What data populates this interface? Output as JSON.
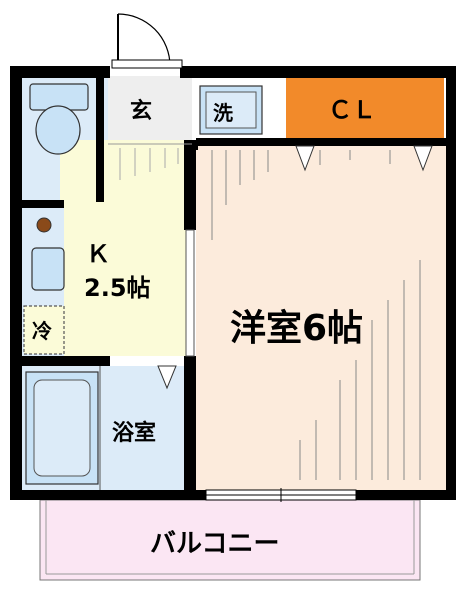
{
  "rooms": {
    "entrance": "玄",
    "washer": "洗",
    "closet": "ＣＬ",
    "kitchen_name": "Ｋ",
    "kitchen_size": "2.5帖",
    "fridge": "冷",
    "bathroom": "浴室",
    "western_room": "洋室6帖",
    "balcony": "バルコニー"
  },
  "colors": {
    "wall": "#000000",
    "toilet_bg": "#dcebf8",
    "kitchen_bg": "#fbfbd8",
    "bath_bg": "#dcebf8",
    "room_bg": "#fcebdc",
    "closet_bg": "#f28a2a",
    "balcony_bg": "#fbe6f3",
    "fixture_blue": "#c8e2f6"
  }
}
